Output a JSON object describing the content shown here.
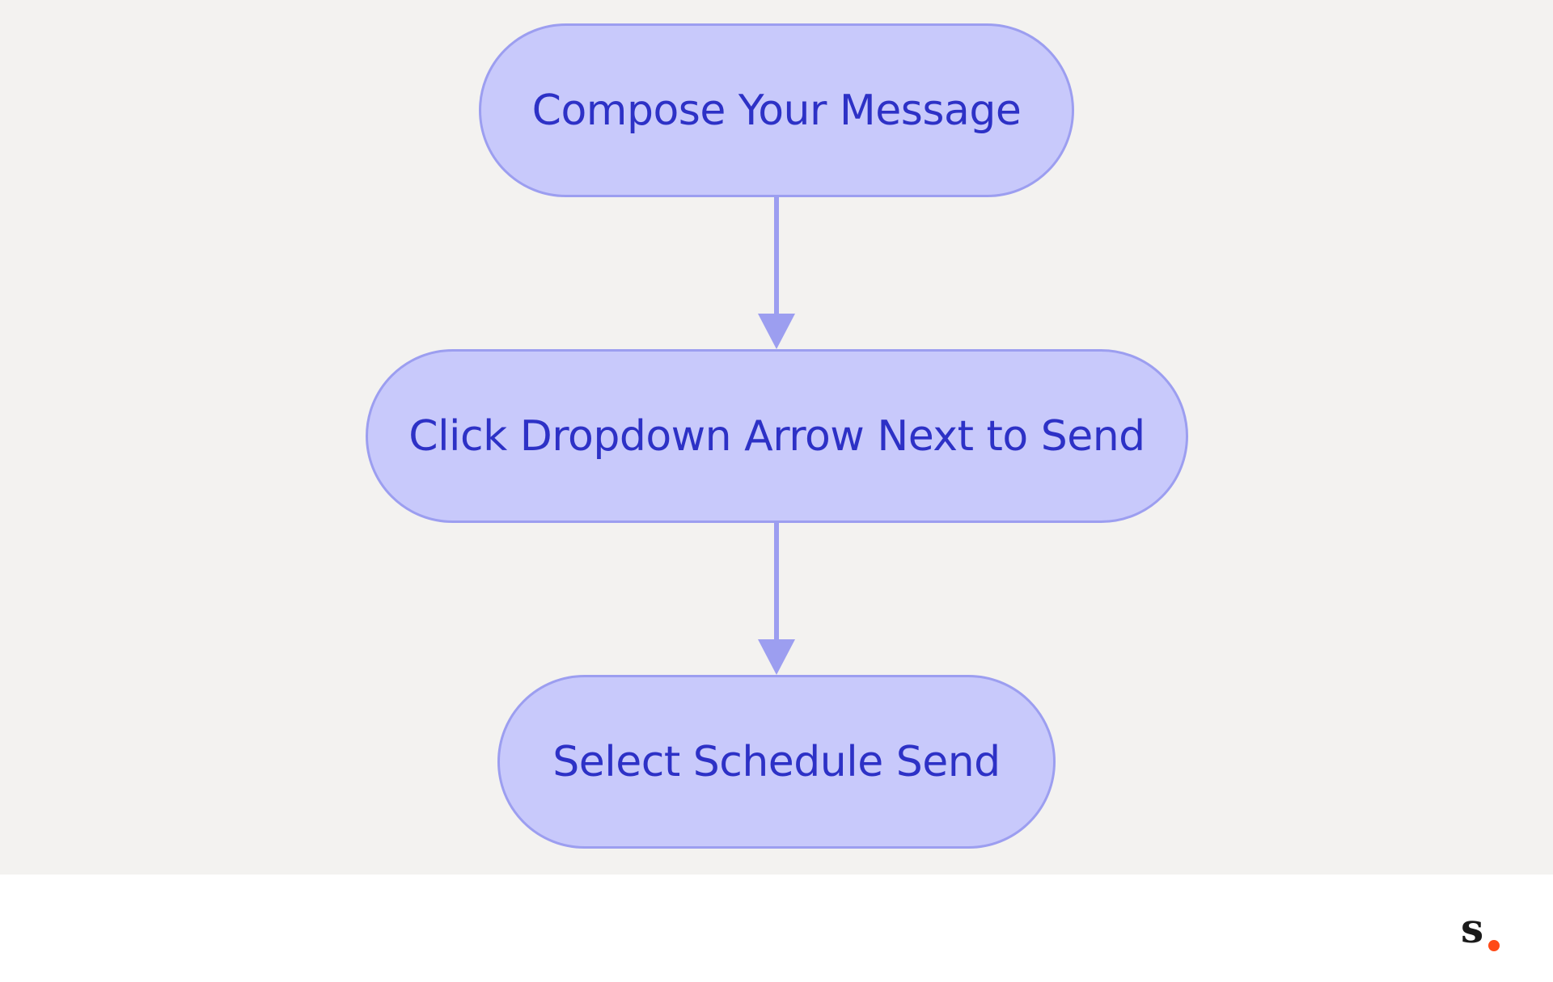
{
  "flowchart": {
    "nodes": [
      {
        "id": "compose",
        "label": "Compose Your Message"
      },
      {
        "id": "dropdown",
        "label": "Click Dropdown Arrow Next to Send"
      },
      {
        "id": "schedule",
        "label": "Select Schedule Send"
      }
    ],
    "edges": [
      {
        "from": "compose",
        "to": "dropdown"
      },
      {
        "from": "dropdown",
        "to": "schedule"
      }
    ]
  },
  "colors": {
    "background": "#f3f2f0",
    "node_fill": "#c8c9fb",
    "node_border": "#9c9ef0",
    "node_text": "#2d31c6",
    "arrow": "#9c9ef0",
    "logo_dot": "#ff4a17"
  },
  "logo": {
    "letter": "s"
  }
}
